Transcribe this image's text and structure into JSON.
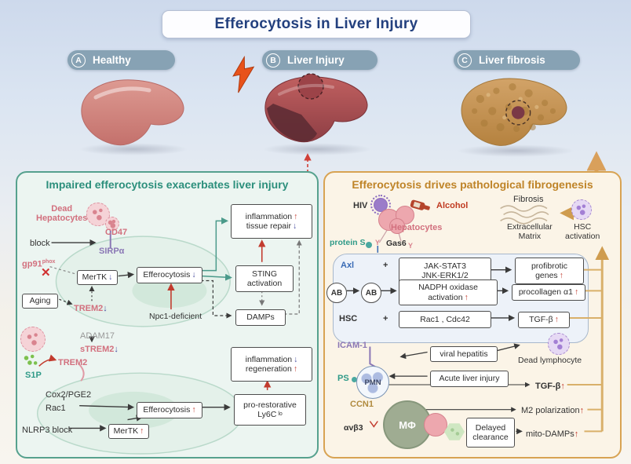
{
  "header": {
    "title": "Efferocytosis in Liver Injury"
  },
  "glyphs": {
    "up": "↑",
    "down": "↓",
    "plus": "+",
    "cross": "✕",
    "ligand": "Y"
  },
  "stages": {
    "a": {
      "letter": "A",
      "label": "Healthy"
    },
    "b": {
      "letter": "B",
      "label": "Liver Injury"
    },
    "c": {
      "letter": "C",
      "label": "Liver fibrosis"
    }
  },
  "left": {
    "title": "Impaired efferocytosis exacerbates liver injury",
    "dead_l1": "Dead",
    "dead_l2": "Hepatocytes",
    "block": "block",
    "cd47": "CD47",
    "sirpa": "SIRPα",
    "gp91": "gp91",
    "gp91_sup": "phox",
    "mertk": "MerTK",
    "efferocytosis": "Efferocytosis",
    "aging": "Aging",
    "trem2": "TREM2",
    "npc1": "Npc1-deficient",
    "adam17": "ADAM17",
    "strem2": "sTREM2",
    "s1p": "S1P",
    "cox2": "Cox2/PGE2",
    "rac1": "Rac1",
    "nlrp3": "NLRP3 block",
    "inflammation": "inflammation",
    "tissue_repair": "tissue repair",
    "sting_l1": "STING",
    "sting_l2": "activation",
    "damps": "DAMPs",
    "regeneration": "regeneration",
    "pro_l1": "pro-restorative",
    "ly6c": "Ly6C",
    "ly6c_sup": "lo"
  },
  "right": {
    "title": "Efferocytosis drives pathological fibrogenesis",
    "hiv": "HIV",
    "alcohol": "Alcohol",
    "hepatocytes": "Hepatocytes",
    "protein_s": "protein S",
    "gas6": "Gas6",
    "axl": "Axl",
    "jak1": "JAK-STAT3",
    "jak2": "JNK-ERK1/2",
    "profib1": "profibrotic",
    "profib2": "genes",
    "ab": "AB",
    "nadph1": "NADPH oxidase",
    "nadph2": "activation",
    "procollagen": "procollagen α1",
    "hsc": "HSC",
    "rac_cdc": "Rac1 ,  Cdc42",
    "tgfb": "TGF-β",
    "icam": "ICAM-1",
    "viral": "viral hepatitis",
    "dead_lymph": "Dead lymphocyte",
    "ps": "PS",
    "pmn": "PMN",
    "acute": "Acute liver injury",
    "ccn1": "CCN1",
    "m2": "M2 polarization",
    "avb3": "αvβ3",
    "mphi": "MΦ",
    "delayed1": "Delayed",
    "delayed2": "clearance",
    "mito": "mito-DAMPs",
    "fibrosis": "Fibrosis",
    "ecm1": "Extracellular",
    "ecm2": "Matrix",
    "hsc_act1": "HSC",
    "hsc_act2": "activation"
  },
  "colors": {
    "left_accent": "#2c8f7c",
    "right_accent": "#bf8428",
    "red_up": "#c23b2e",
    "blue_down": "#4a4fa0",
    "panel_left_border": "#56a18e",
    "panel_right_border": "#d8a353",
    "badge": "#87a2b4"
  }
}
